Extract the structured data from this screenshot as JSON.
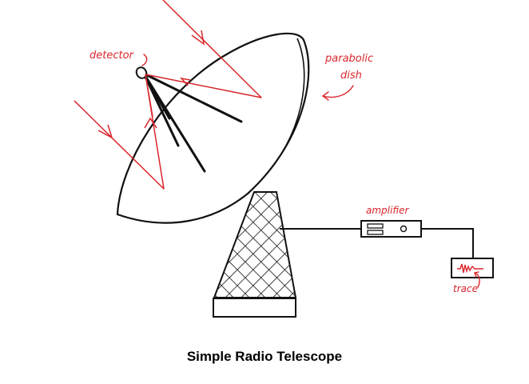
{
  "caption": "Simple Radio Telescope",
  "labels": {
    "detector": "detector",
    "parabolic": "parabolic",
    "dish": "dish",
    "amplifier": "amplifier",
    "trace": "trace"
  },
  "colors": {
    "ink": "#111111",
    "annotation": "#d9262b",
    "background": "#ffffff"
  }
}
